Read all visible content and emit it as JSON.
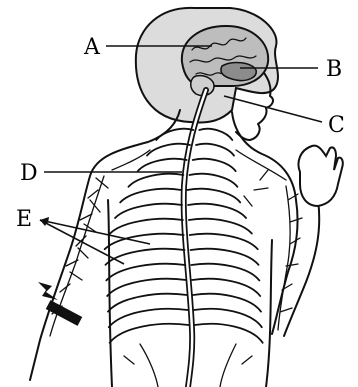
{
  "figure": {
    "labels": {
      "a": "A",
      "b": "B",
      "c": "C",
      "d": "D",
      "e": "E"
    },
    "colors": {
      "ink": "#111111",
      "head_shade": "#dcdcdc",
      "brain_fill": "#bdbdbd",
      "brainstem_fill": "#8c8c8c",
      "paper": "#ffffff"
    }
  }
}
